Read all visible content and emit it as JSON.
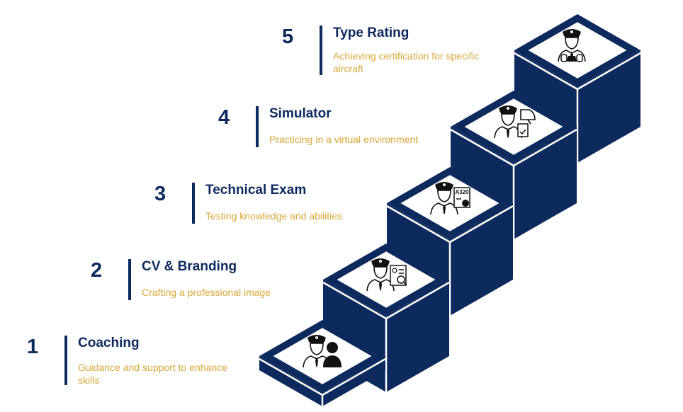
{
  "title": "Pilot career path staircase",
  "colors": {
    "navy": "#0d2a5e",
    "gold": "#d8a83a",
    "white": "#ffffff",
    "icon": "#111111"
  },
  "steps": [
    {
      "number": "1",
      "title": "Coaching",
      "description": "Guidance and support to enhance skills",
      "icon": "pilot-with-person-icon"
    },
    {
      "number": "2",
      "title": "CV & Branding",
      "description": "Crafting a professional image",
      "icon": "pilot-with-cv-icon"
    },
    {
      "number": "3",
      "title": "Technical Exam",
      "description": "Testing knowledge and abilities",
      "icon": "pilot-with-a320-certificate-icon",
      "certificate_text": "A320"
    },
    {
      "number": "4",
      "title": "Simulator",
      "description": "Practicing in a virtual environment",
      "icon": "pilot-with-simulator-icon"
    },
    {
      "number": "5",
      "title": "Type Rating",
      "description": "Achieving certification for specific aircraft",
      "icon": "pilot-at-controls-icon"
    }
  ]
}
